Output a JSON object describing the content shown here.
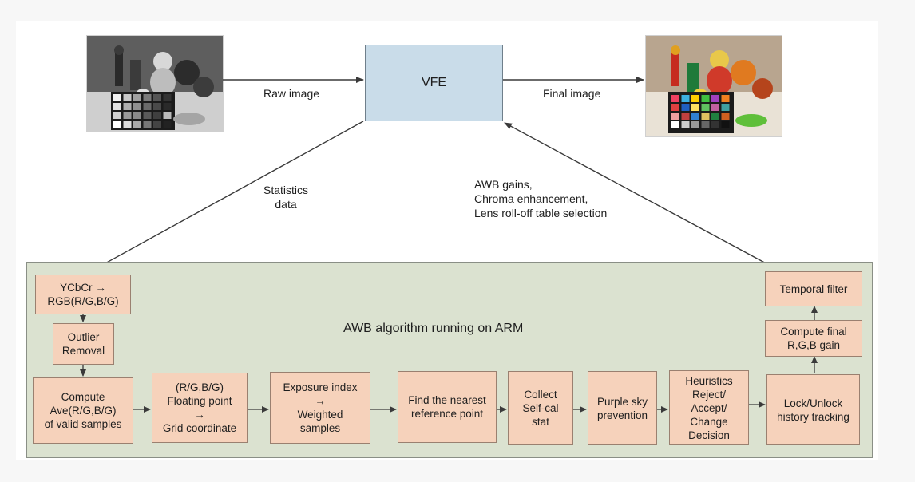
{
  "vfe": {
    "label": "VFE"
  },
  "arrows": {
    "raw_image": "Raw image",
    "final_image": "Final image",
    "statistics": "Statistics\ndata",
    "feedback": "AWB gains,\nChroma enhancement,\nLens roll-off table selection"
  },
  "panel": {
    "title": "AWB algorithm running on ARM"
  },
  "steps": {
    "ycbcr": "YCbCr →\nRGB(R/G,B/G)",
    "outlier": "Outlier\nRemoval",
    "compute_ave": "Compute\nAve(R/G,B/G)\nof valid samples",
    "floating": "(R/G,B/G)\nFloating point\n→\nGrid coordinate",
    "exposure": "Exposure index\n→\nWeighted\nsamples",
    "nearest": "Find the nearest\nreference point",
    "collect": "Collect\nSelf-cal\nstat",
    "purple": "Purple sky\nprevention",
    "heuristics": "Heuristics\nReject/\nAccept/\nChange\nDecision",
    "lock": "Lock/Unlock\nhistory tracking",
    "compute_final": "Compute final\nR,G,B gain",
    "temporal": "Temporal filter"
  },
  "colors": {
    "vfe_fill": "#c9dce9",
    "panel_fill": "#dbe2d0",
    "step_fill": "#f6d2bb"
  }
}
